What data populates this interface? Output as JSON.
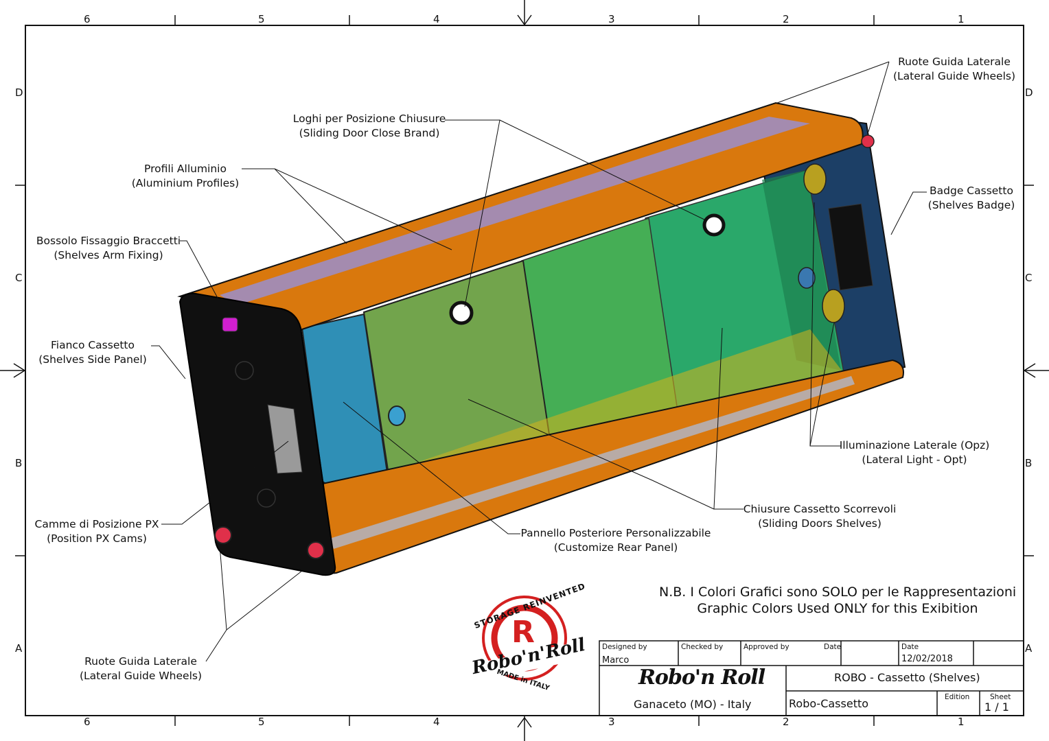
{
  "zones": {
    "top": [
      "6",
      "5",
      "4",
      "3",
      "2",
      "1"
    ],
    "side": [
      "D",
      "C",
      "B",
      "A"
    ]
  },
  "callouts": {
    "guide_wheels_top": {
      "line1": "Ruote Guida Laterale",
      "line2": "(Lateral Guide Wheels)"
    },
    "logos": {
      "line1": "Loghi per Posizione Chiusure",
      "line2": "(Sliding Door Close Brand)"
    },
    "profiles": {
      "line1": "Profili Alluminio",
      "line2": "(Aluminium Profiles)"
    },
    "arm_fixing": {
      "line1": "Bossolo Fissaggio Braccetti",
      "line2": "(Shelves Arm Fixing)"
    },
    "side_panel": {
      "line1": "Fianco Cassetto",
      "line2": "(Shelves Side Panel)"
    },
    "badge": {
      "line1": "Badge Cassetto",
      "line2": "(Shelves Badge)"
    },
    "light": {
      "line1": "Illuminazione Laterale (Opz)",
      "line2": "(Lateral Light - Opt)"
    },
    "sliding_doors": {
      "line1": "Chiusure Cassetto Scorrevoli",
      "line2": "(Sliding Doors Shelves)"
    },
    "rear_panel": {
      "line1": "Pannello Posteriore Personalizzabile",
      "line2": "(Customize Rear Panel)"
    },
    "cams": {
      "line1": "Camme di Posizione PX",
      "line2": "(Position PX Cams)"
    },
    "guide_wheels_bottom": {
      "line1": "Ruote Guida Laterale",
      "line2": "(Lateral Guide Wheels)"
    }
  },
  "note": {
    "line1": "N.B. I Colori Grafici sono SOLO per le Rappresentazioni",
    "line2": "Graphic Colors Used ONLY for this Exibition"
  },
  "logo": {
    "ring_top": "STORAGE REINVENTED",
    "ring_bottom": "MADE in ITALY",
    "script": "Robo'n'Roll",
    "letter": "R"
  },
  "title_block": {
    "designed_by_label": "Designed by",
    "designed_by": "Marco",
    "checked_by_label": "Checked by",
    "approved_by_label": "Approved by",
    "date_label_1": "Date",
    "date_label_2": "Date",
    "date": "12/02/2018",
    "company": "Robo'n Roll",
    "location": "Ganaceto (MO) - Italy",
    "title": "ROBO - Cassetto (Shelves)",
    "part": "Robo-Cassetto",
    "edition_label": "Edition",
    "sheet_label": "Sheet",
    "sheet": "1 / 1"
  },
  "colors": {
    "profile_orange": "#d9780d",
    "side_panel": "#101010",
    "rear_blue": "#2e8fb5",
    "rear_green": "#6ea64a",
    "door_green": "#2aa86a",
    "logo_red": "#d42020",
    "pink_wheel": "#e0304a"
  }
}
